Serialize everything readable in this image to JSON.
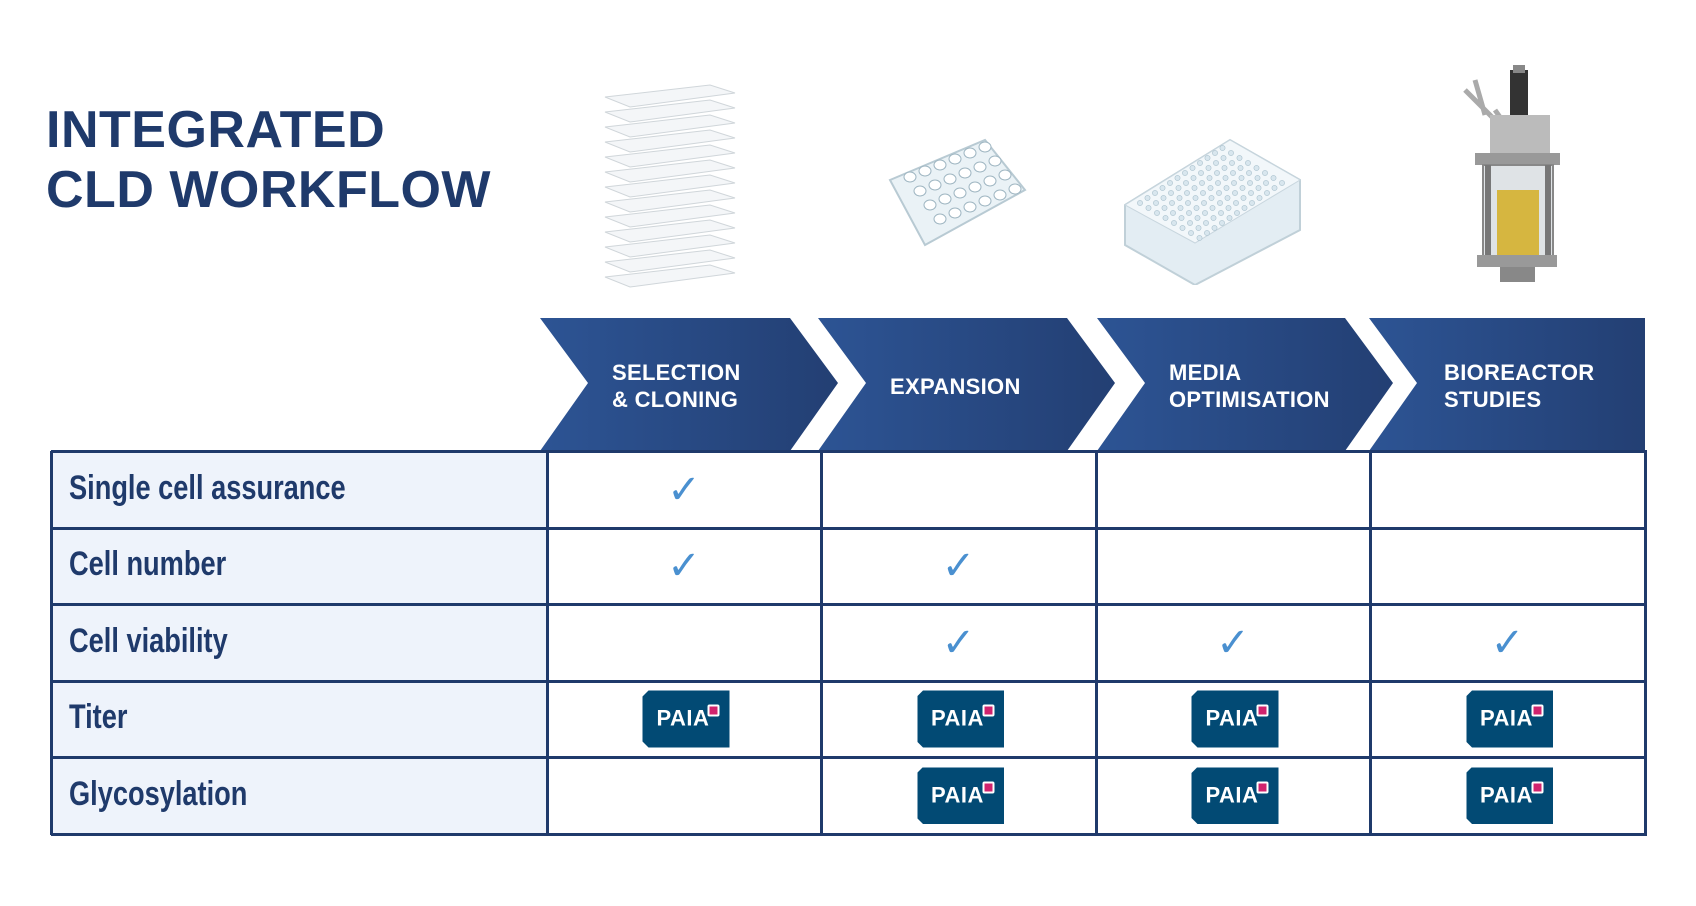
{
  "title": {
    "line1": "INTEGRATED",
    "line2": "CLD WORKFLOW"
  },
  "stages": [
    {
      "line1": "SELECTION",
      "line2": "& CLONING",
      "image": "stacked-plates"
    },
    {
      "line1": "EXPANSION",
      "line2": "",
      "image": "24-well-plate"
    },
    {
      "line1": "MEDIA",
      "line2": "OPTIMISATION",
      "image": "96-deep-well-plate"
    },
    {
      "line1": "BIOREACTOR",
      "line2": "STUDIES",
      "image": "bioreactor"
    }
  ],
  "rows": [
    {
      "label": "Single cell assurance",
      "cells": [
        "check",
        "",
        "",
        ""
      ]
    },
    {
      "label": "Cell number",
      "cells": [
        "check",
        "check",
        "",
        ""
      ]
    },
    {
      "label": "Cell viability",
      "cells": [
        "",
        "check",
        "check",
        "check"
      ]
    },
    {
      "label": "Titer",
      "cells": [
        "paia",
        "paia",
        "paia",
        "paia"
      ]
    },
    {
      "label": "Glycosylation",
      "cells": [
        "",
        "paia",
        "paia",
        "paia"
      ]
    }
  ],
  "badge_text": "PAIA",
  "check_glyph": "✓",
  "colors": {
    "navy": "#1f3a6b",
    "arrow_light": "#2d5494",
    "arrow_dark": "#233f73",
    "check": "#4a90d0",
    "paia": "#024a74",
    "paia_dot": "#d0236d",
    "label_bg": "#eef3fb"
  }
}
